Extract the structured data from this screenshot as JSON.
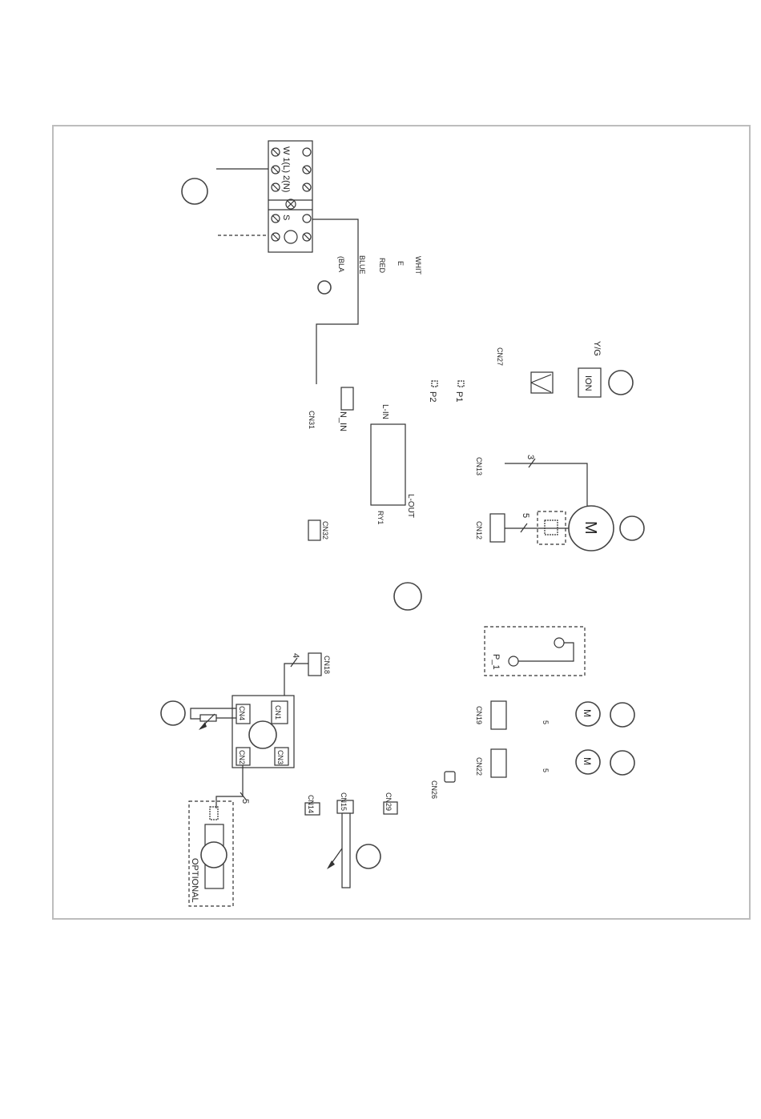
{
  "terminal": {
    "top": "W 1(L) 2(N)",
    "bottom": "S"
  },
  "wire_colors": [
    "WHIT",
    "E",
    "RED",
    "BLUE",
    "(BLA"
  ],
  "connectors": {
    "cn27": "CN27",
    "cn31": "CN31",
    "cn32": "CN32",
    "cn13": "CN13",
    "cn12": "CN12",
    "cn18": "CN18",
    "cn19": "CN19",
    "cn22": "CN22",
    "cn26": "CN26",
    "cn14": "CN14",
    "cn15": "CN15",
    "cn29": "CN29",
    "cn1": "CN1",
    "cn2": "CN2",
    "cn3": "CN3",
    "cn4": "CN4"
  },
  "labels": {
    "yg": "Y/G",
    "ion": "ION",
    "p1": "P1",
    "p2": "P2",
    "n_in": "N_IN",
    "l_in": "L-IN",
    "l_out": "L-OUT",
    "ry1": "RY1",
    "p_1": "P_1",
    "optional": "OPTIONAL",
    "motor_main": "M",
    "motor_small_1": "M",
    "motor_small_2": "M"
  },
  "wire_counts": {
    "cn13": "3",
    "cn12": "5",
    "cn18": "4",
    "cn19": "5",
    "cn22": "5",
    "cn2": "5"
  }
}
